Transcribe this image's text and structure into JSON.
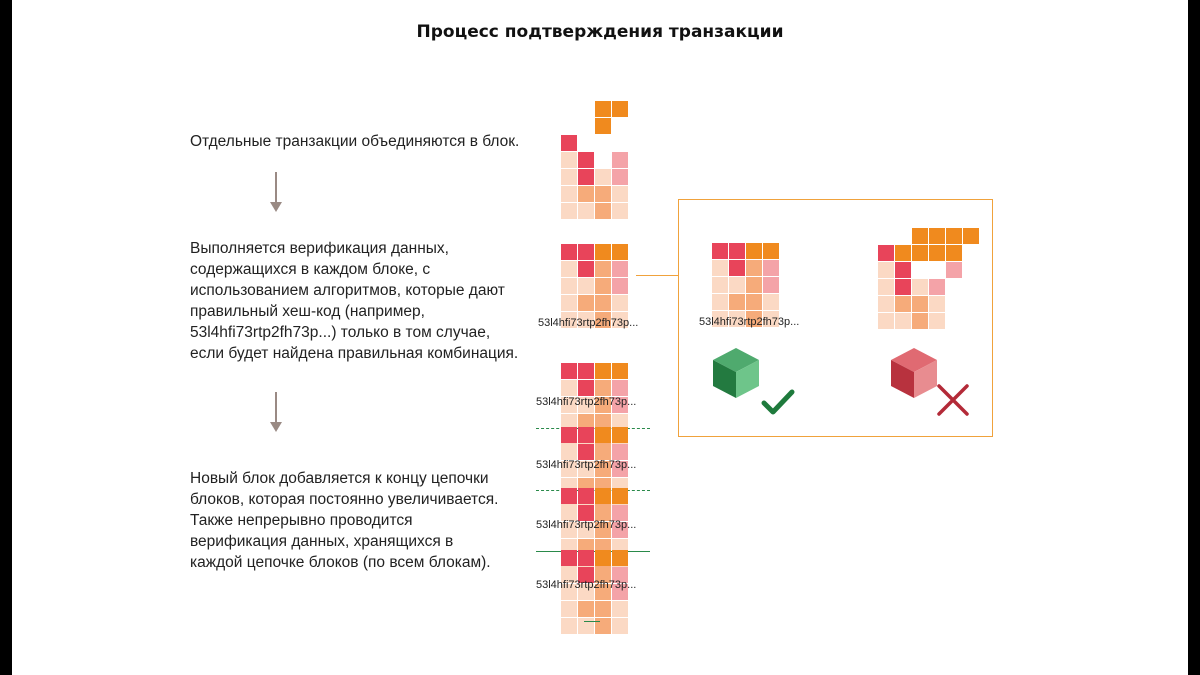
{
  "title": "Процесс подтверждения транзакции",
  "steps": [
    "Отдельные транзакции объединяются в блок.",
    "Выполняется верификация данных,\nсодержащихся в каждом блоке, с\nиспользованием алгоритмов, которые дают\nправильный хеш-код (например,\n53l4hfi73rtp2fh73p...) только в том случае,\nесли будет найдена правильная комбинация.",
    "Новый блок добавляется к концу цепочки\nблоков, которая постоянно увеличивается.\nТакже непрерывно проводится\nверификация данных, хранящихся в\nкаждой цепочке блоков (по всем блокам)."
  ],
  "hash": "53l4hfi73rtp2fh73p...",
  "colors": {
    "red": "#e8445a",
    "pink": "#f4a3a8",
    "orange": "#f08a1e",
    "light": "#fbd9c4",
    "salmon": "#f6ab7a",
    "arrow": "#9a8a84",
    "callout_border": "#f0a23c",
    "valid": "#2e8b4e",
    "invalid": "#c8404f"
  },
  "grids": {
    "forming": [
      [
        "e",
        "e",
        "o",
        "o"
      ],
      [
        "e",
        "e",
        "o",
        "e"
      ],
      [
        "r",
        "e",
        "e",
        "e"
      ],
      [
        "l",
        "r",
        "e",
        "p"
      ],
      [
        "l",
        "r",
        "l",
        "p"
      ],
      [
        "l",
        "s",
        "s",
        "l"
      ],
      [
        "l",
        "l",
        "s",
        "l"
      ]
    ],
    "block": [
      [
        "r",
        "r",
        "o",
        "o"
      ],
      [
        "l",
        "r",
        "s",
        "p"
      ],
      [
        "l",
        "l",
        "s",
        "p"
      ],
      [
        "l",
        "s",
        "s",
        "l"
      ],
      [
        "l",
        "l",
        "s",
        "l"
      ]
    ],
    "bad": [
      [
        "e",
        "e",
        "o",
        "o",
        "o",
        "o"
      ],
      [
        "r",
        "o",
        "o",
        "o",
        "o",
        "e"
      ],
      [
        "l",
        "r",
        "e",
        "e",
        "p",
        "e"
      ],
      [
        "l",
        "r",
        "l",
        "p",
        "e",
        "e"
      ],
      [
        "l",
        "s",
        "s",
        "l",
        "e",
        "e"
      ],
      [
        "l",
        "l",
        "s",
        "l",
        "e",
        "e"
      ]
    ]
  },
  "callout": {
    "valid_icon": "green-cube-icon",
    "valid_mark": "checkmark-icon",
    "invalid_icon": "red-cube-icon",
    "invalid_mark": "cross-icon"
  }
}
